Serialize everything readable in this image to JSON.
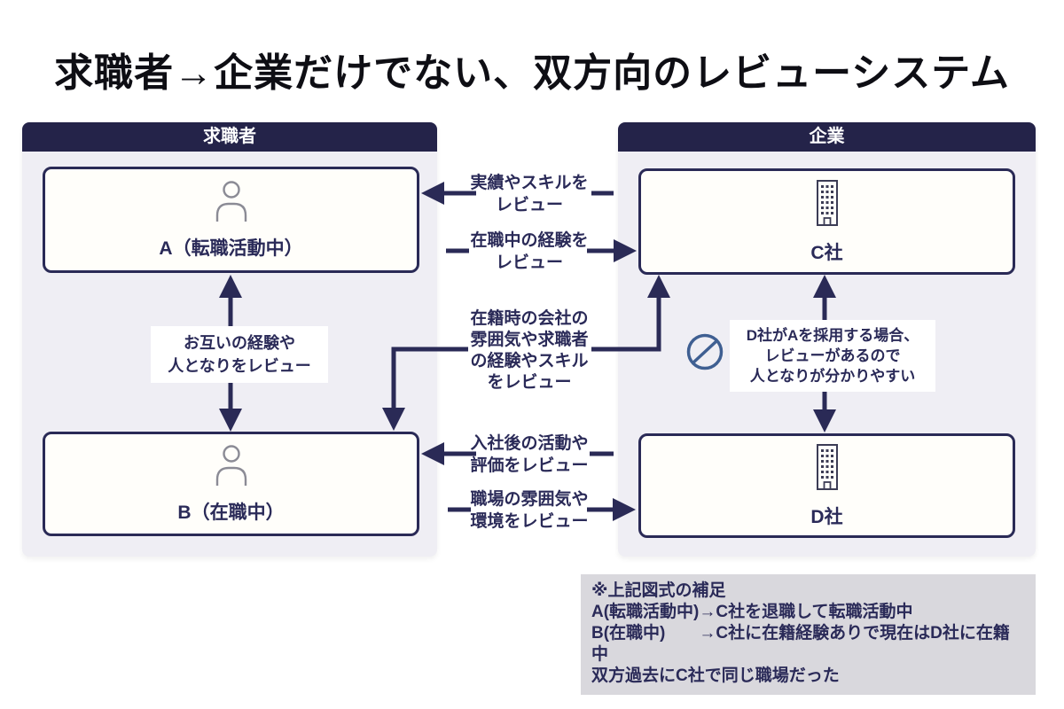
{
  "title": "求職者→企業だけでない、双方向のレビューシステム",
  "panels": {
    "left": {
      "header": "求職者",
      "box_a_label": "A（転職活動中）",
      "box_b_label": "B（在職中）",
      "between_label": "お互いの経験や\n人となりをレビュー"
    },
    "right": {
      "header": "企業",
      "box_c_label": "C社",
      "box_d_label": "D社",
      "between_label": "D社がAを採用する場合、\nレビューがあるので\n人となりが分かりやすい"
    }
  },
  "arrow_labels": {
    "c_to_a": "実績やスキルを\nレビュー",
    "a_to_c": "在職中の経験を\nレビュー",
    "middle": "在籍時の会社の\n雰囲気や求職者\nの経験やスキル\nをレビュー",
    "d_to_b": "入社後の活動や\n評価をレビュー",
    "b_to_d": "職場の雰囲気や\n環境をレビュー"
  },
  "note": {
    "lines": [
      "※上記図式の補足",
      "A(転職活動中)→C社を退職して転職活動中",
      "B(在職中)　　→C社に在籍経験ありで現在はD社に在籍中",
      "双方過去にC社で同じ職場だった"
    ]
  },
  "icons": {
    "person": "person-icon",
    "building": "building-icon",
    "prohibition": "prohibition-icon"
  },
  "colors": {
    "navy": "#2a2a56",
    "header_navy": "#242349",
    "panel_bg": "#efeef4",
    "note_bg": "#d9d8dd",
    "prohibition_blue": "#3f5f92",
    "person_gray": "#8b8b95",
    "title_black": "#0e0e14"
  }
}
